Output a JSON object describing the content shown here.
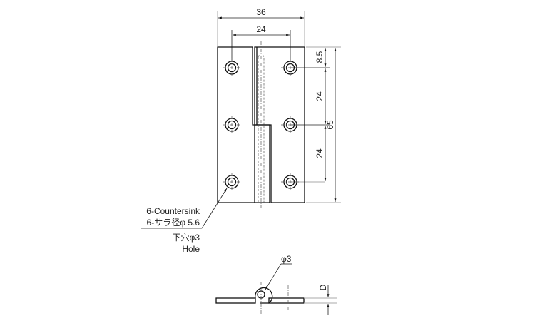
{
  "dimensions": {
    "overall_width": "36",
    "hole_spacing_width": "24",
    "top_offset": "8.5",
    "hole_pitch_1": "24",
    "hole_pitch_2": "24",
    "overall_height": "65",
    "pin_diameter": "φ3",
    "thickness": "D"
  },
  "callouts": {
    "countersink_en": "6-Countersink",
    "countersink_jp": "6-サラ径φ 5.6",
    "hole_jp": "下穴φ3",
    "hole_en": "Hole"
  }
}
